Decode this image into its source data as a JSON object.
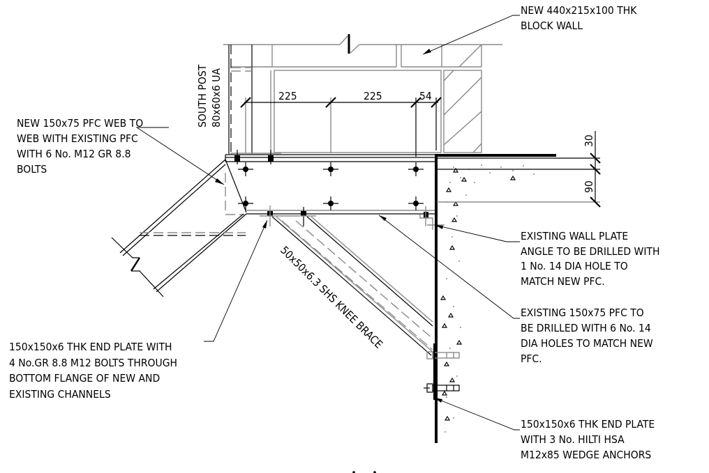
{
  "drawing": {
    "notes": {
      "block_wall": [
        "NEW 440x215x100 THK",
        "BLOCK WALL"
      ],
      "new_pfc": [
        "NEW 150x75 PFC WEB TO",
        "WEB WITH EXISTING PFC",
        "WITH 6 No. M12 GR 8.8",
        "BOLTS"
      ],
      "south_post": [
        "SOUTH POST",
        "80x60x6 UA"
      ],
      "end_plate_bolts": [
        "150x150x6 THK END PLATE WITH",
        "4 No.GR 8.8 M12 BOLTS THROUGH",
        "BOTTOM FLANGE OF NEW AND",
        "EXISTING CHANNELS"
      ],
      "wall_plate": [
        "EXISTING WALL PLATE",
        "ANGLE TO BE DRILLED WITH",
        "1 No. 14 DIA HOLE TO",
        "MATCH NEW PFC."
      ],
      "existing_pfc": [
        "EXISTING 150x75 PFC TO",
        "BE DRILLED WITH 6 No. 14",
        "DIA HOLES TO MATCH NEW",
        "PFC."
      ],
      "end_plate_anchors": [
        "150x150x6 THK END PLATE",
        "WITH 3 No. HILTI HSA",
        "M12x85 WEDGE ANCHORS"
      ],
      "knee_brace": "50x50x6.3 SHS KNEE BRACE"
    },
    "dimensions": {
      "horizontal": [
        "225",
        "225",
        "54"
      ],
      "vertical": [
        "30",
        "90"
      ]
    },
    "icons": {
      "break_symbol": "break-line-icon",
      "bolt": "bolt-icon",
      "anchor": "wedge-anchor-icon"
    }
  }
}
